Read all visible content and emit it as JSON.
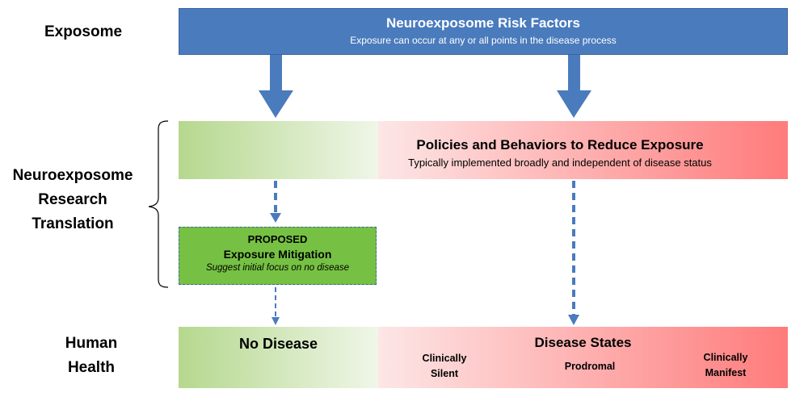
{
  "labels": {
    "exposome": "Exposome",
    "translation_line1": "Neuroexposome",
    "translation_line2": "Research",
    "translation_line3": "Translation",
    "health_line1": "Human",
    "health_line2": "Health"
  },
  "risk_factors": {
    "title": "Neuroexposome Risk Factors",
    "subtitle": "Exposure can occur at any or all points in the disease process"
  },
  "policies": {
    "title": "Policies and Behaviors to Reduce Exposure",
    "subtitle": "Typically implemented broadly and independent of disease status"
  },
  "proposed": {
    "line1": "PROPOSED",
    "line2": "Exposure Mitigation",
    "line3": "Suggest initial focus on no disease"
  },
  "no_disease": {
    "title": "No Disease"
  },
  "disease_states": {
    "title": "Disease States",
    "silent_line1": "Clinically",
    "silent_line2": "Silent",
    "prodromal": "Prodromal",
    "manifest_line1": "Clinically",
    "manifest_line2": "Manifest"
  },
  "colors": {
    "blue_box": "#4a7bbd",
    "arrow": "#4a7bbd",
    "green": "#76c143",
    "red": "#ff7b7b"
  }
}
